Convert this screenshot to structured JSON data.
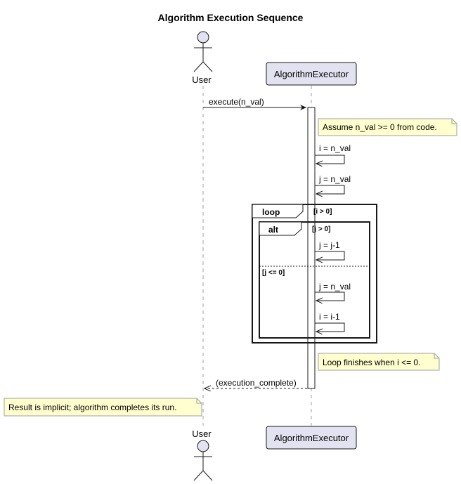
{
  "title": "Algorithm Execution Sequence",
  "participants": {
    "user": {
      "label": "User"
    },
    "executor": {
      "label": "AlgorithmExecutor"
    }
  },
  "messages": [
    {
      "from": "user",
      "to": "executor",
      "label": "execute(n_val)"
    },
    {
      "from": "executor",
      "to": "executor",
      "label": "i = n_val"
    },
    {
      "from": "executor",
      "to": "executor",
      "label": "j = n_val"
    },
    {
      "from": "executor",
      "to": "executor",
      "label": "j = j-1"
    },
    {
      "from": "executor",
      "to": "executor",
      "label": "j = n_val"
    },
    {
      "from": "executor",
      "to": "executor",
      "label": "i = i-1"
    },
    {
      "from": "executor",
      "to": "user",
      "label": "(execution_complete)",
      "style": "dashed"
    }
  ],
  "frames": {
    "loop": {
      "keyword": "loop",
      "guard": "[i > 0]"
    },
    "alt": {
      "keyword": "alt",
      "guard": "[j > 0]",
      "else_guard": "[j <= 0]"
    }
  },
  "notes": [
    "Assume n_val >= 0 from code.",
    "Loop finishes when i <= 0.",
    "Result is implicit; algorithm completes its run."
  ],
  "colors": {
    "participant_fill": "#e2e2f0",
    "participant_border": "#181818",
    "note_fill": "#fefece",
    "note_border": "#a0a0a0",
    "lifeline": "#a0a0a0",
    "line": "#181818"
  }
}
